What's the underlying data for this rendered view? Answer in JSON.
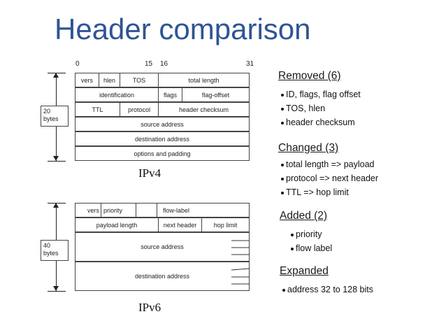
{
  "title": "Header comparison",
  "bit_labels": {
    "b0": "0",
    "b15": "15",
    "b16": "16",
    "b31": "31"
  },
  "ipv4": {
    "caption": "IPv4",
    "bytes_label": [
      "20",
      "bytes"
    ],
    "row1": [
      "vers",
      "hlen",
      "TOS",
      "total length"
    ],
    "row2": [
      "identification",
      "flags",
      "flag-offset"
    ],
    "row3": [
      "TTL",
      "protocol",
      "header checksum"
    ],
    "row4": "source address",
    "row5": "destination address",
    "row6": "options and padding"
  },
  "ipv6": {
    "caption": "IPv6",
    "bytes_label": [
      "40",
      "bytes"
    ],
    "row1": [
      "vers",
      "priority",
      "flow-label"
    ],
    "row2": [
      "payload length",
      "next header",
      "hop limit"
    ],
    "row3": "source address",
    "row4": "destination address"
  },
  "sections": [
    {
      "heading": "Removed (6)",
      "items": [
        "ID, flags, flag offset",
        "TOS, hlen",
        "header checksum"
      ]
    },
    {
      "heading": "Changed (3)",
      "items": [
        "total length => payload",
        "protocol => next header",
        "TTL => hop limit"
      ]
    },
    {
      "heading": "Added (2)",
      "items": [
        "priority",
        "flow label"
      ]
    },
    {
      "heading": "Expanded",
      "items": [
        "address 32 to 128 bits"
      ]
    }
  ]
}
